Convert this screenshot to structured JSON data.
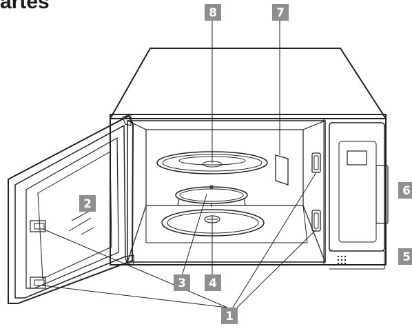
{
  "title": "artes",
  "labels": {
    "latches": "1",
    "door_window": "2",
    "roller_ring": "3",
    "coupler": "4",
    "door_release": "5",
    "control_panel": "6",
    "waveguide_cover": "7",
    "glass_tray": "8"
  },
  "colors": {
    "badge": "#8e8e8e",
    "badge_text": "#ffffff",
    "line": "#1f1f1f"
  }
}
